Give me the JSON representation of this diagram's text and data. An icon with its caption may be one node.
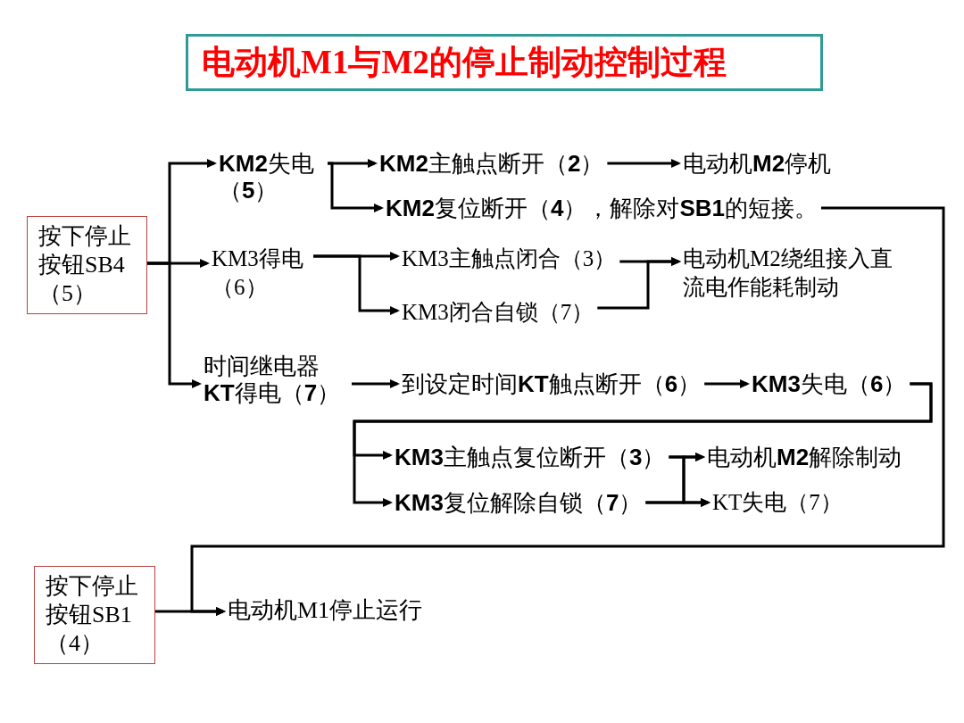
{
  "diagram": {
    "title": "电动机M1与M2的停止制动控制过程",
    "nodes": [
      {
        "text": [
          "按下停止按钮SB4（5）"
        ]
      },
      {
        "text": [
          "**KM2**失电（**5**）"
        ]
      },
      {
        "text": [
          "**KM2**主触点断开（**2**）"
        ]
      },
      {
        "text": [
          "电动机**M2**停机"
        ]
      },
      {
        "text": [
          "**KM2**复位断开（**4**），解除对**SB1**的短接。"
        ]
      },
      {
        "text": [
          "KM3得电（6）"
        ]
      },
      {
        "text": [
          "KM3主触点闭合（3）"
        ]
      },
      {
        "text": [
          "KM3闭合自锁（7）"
        ]
      },
      {
        "text": [
          "电动机M2绕组接入直流电作能耗制动"
        ]
      },
      {
        "text": [
          "时间继电器**KT**得电（**7**）"
        ]
      },
      {
        "text": [
          "到设定时间**KT**触点断开（**6**）"
        ]
      },
      {
        "text": [
          "**KM3**失电（**6**）"
        ]
      },
      {
        "text": [
          "**KM3**主触点复位断开（**3**）"
        ]
      },
      {
        "text": [
          "电动机**M2**解除制动"
        ]
      },
      {
        "text": [
          "**KM3**复位解除自锁（**7**）"
        ]
      },
      {
        "text": [
          "KT失电（7）"
        ]
      },
      {
        "text": [
          "按下停止按钮SB1（4）"
        ]
      },
      {
        "text": [
          "电动机M1停止运行"
        ]
      }
    ],
    "edges": [
      {
        "from": 0,
        "to": 1,
        "arrow": "to"
      },
      {
        "from": 0,
        "to": 5,
        "arrow": "to"
      },
      {
        "from": 0,
        "to": 9,
        "arrow": "to"
      },
      {
        "from": 1,
        "to": 2,
        "arrow": "to"
      },
      {
        "from": 1,
        "to": 4,
        "arrow": "to"
      },
      {
        "from": 2,
        "to": 3,
        "arrow": "to"
      },
      {
        "from": 4,
        "to": 17,
        "arrow": "to"
      },
      {
        "from": 5,
        "to": 6,
        "arrow": "to"
      },
      {
        "from": 5,
        "to": 7,
        "arrow": "to"
      },
      {
        "from": 6,
        "to": 8,
        "arrow": "to"
      },
      {
        "from": 7,
        "to": 8,
        "arrow": "to"
      },
      {
        "from": 9,
        "to": 10,
        "arrow": "to"
      },
      {
        "from": 10,
        "to": 11,
        "arrow": "to"
      },
      {
        "from": 11,
        "to": 12,
        "arrow": "to"
      },
      {
        "from": 11,
        "to": 14,
        "arrow": "to"
      },
      {
        "from": 12,
        "to": 13,
        "arrow": "to"
      },
      {
        "from": 12,
        "to": 15,
        "arrow": "to"
      },
      {
        "from": 14,
        "to": 13,
        "arrow": "to"
      },
      {
        "from": 14,
        "to": 15,
        "arrow": "to"
      },
      {
        "from": 16,
        "to": 17,
        "arrow": "to"
      }
    ]
  }
}
